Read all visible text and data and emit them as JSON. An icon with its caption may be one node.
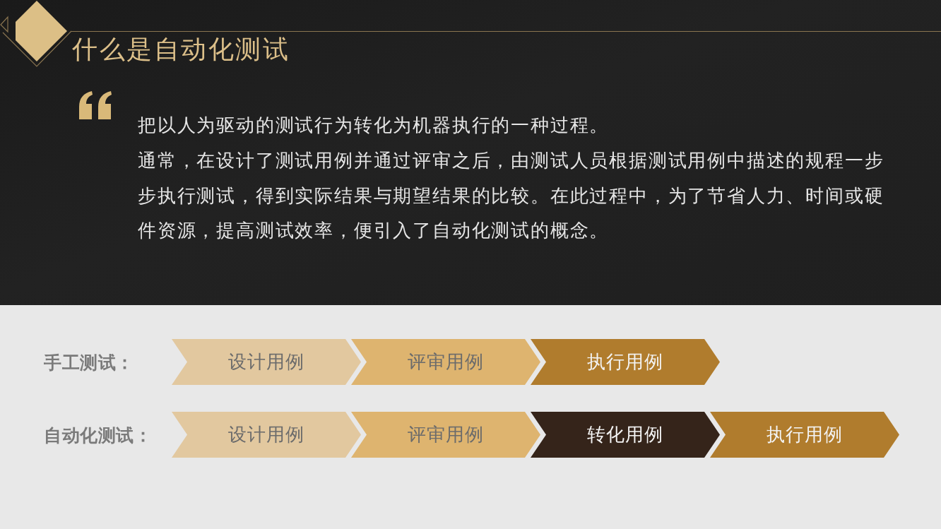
{
  "diagram": {
    "title": "什么是自动化测试",
    "nodes": [
      {
        "text": [
          "设计用例"
        ]
      },
      {
        "text": [
          "评审用例"
        ]
      },
      {
        "text": [
          "执行用例"
        ]
      },
      {
        "text": [
          "设计用例"
        ]
      },
      {
        "text": [
          "评审用例"
        ]
      },
      {
        "text": [
          "转化用例"
        ]
      },
      {
        "text": [
          "执行用例"
        ]
      }
    ],
    "labels": [
      "把以人为驱动的测试行为转化为机器执行的一种过程。",
      "通常，在设计了测试用例并通过评审之后，由测试人员根据测试用例中描述的规程一步步执行测试，得到实际结果与期望结果的比较。在此过程中，为了节省人力、时间或硬件资源，提高测试效率，便引入了自动化测试的概念。",
      "手工测试：",
      "自动化测试："
    ]
  }
}
